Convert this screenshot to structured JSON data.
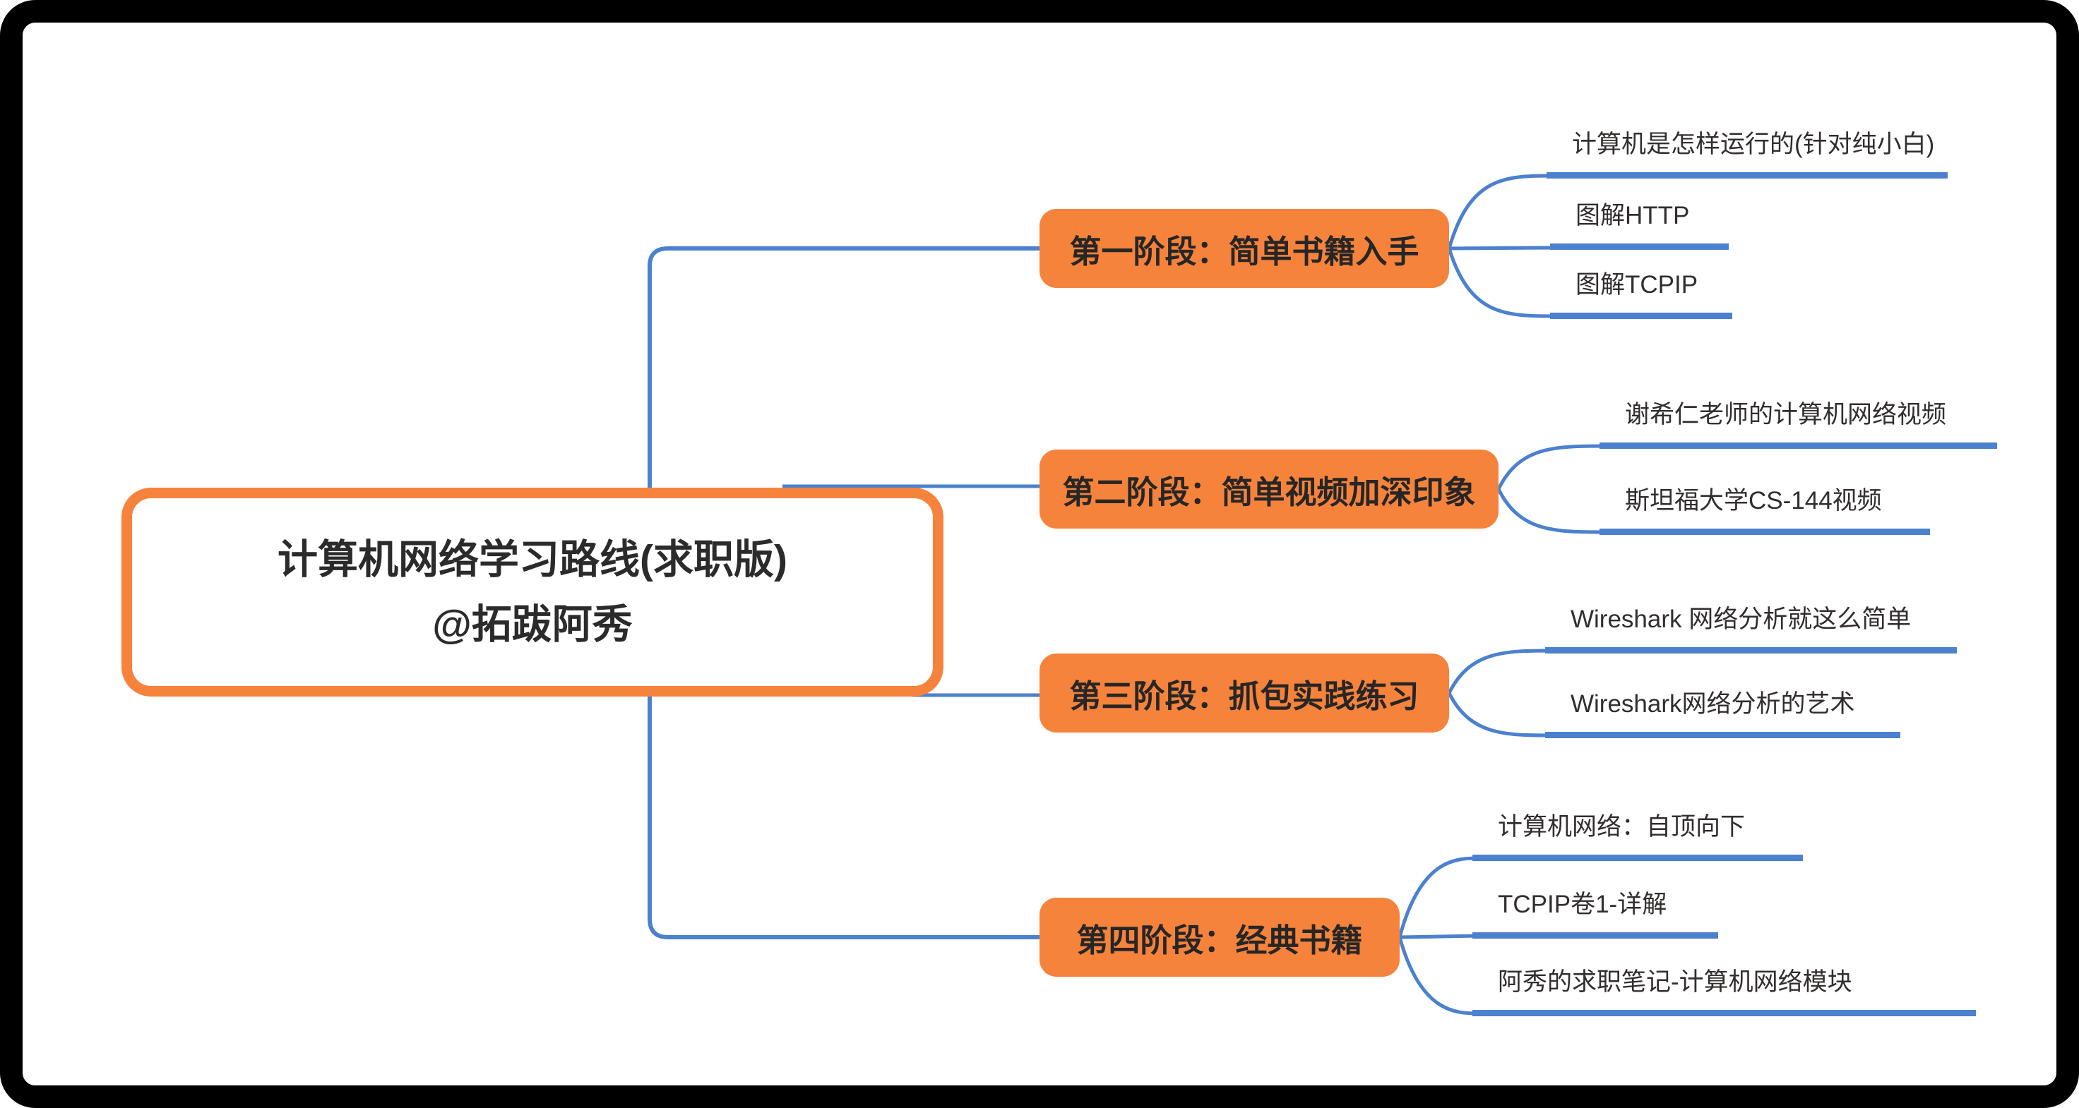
{
  "colors": {
    "node_orange": "#f6833c",
    "connector_blue": "#4b81ce",
    "text_dark": "#2b2b2b",
    "frame_black": "#000000",
    "background": "#ffffff"
  },
  "root": {
    "line1": "计算机网络学习路线(求职版)",
    "line2": "@拓跋阿秀"
  },
  "stages": [
    {
      "label": "第一阶段：简单书籍入手",
      "children": [
        "计算机是怎样运行的(针对纯小白)",
        "图解HTTP",
        "图解TCPIP"
      ]
    },
    {
      "label": "第二阶段：简单视频加深印象",
      "children": [
        "谢希仁老师的计算机网络视频",
        "斯坦福大学CS-144视频"
      ]
    },
    {
      "label": "第三阶段：抓包实践练习",
      "children": [
        "Wireshark 网络分析就这么简单",
        "Wireshark网络分析的艺术"
      ]
    },
    {
      "label": "第四阶段：经典书籍",
      "children": [
        "计算机网络：自顶向下",
        "TCPIP卷1-详解",
        "阿秀的求职笔记-计算机网络模块"
      ]
    }
  ]
}
